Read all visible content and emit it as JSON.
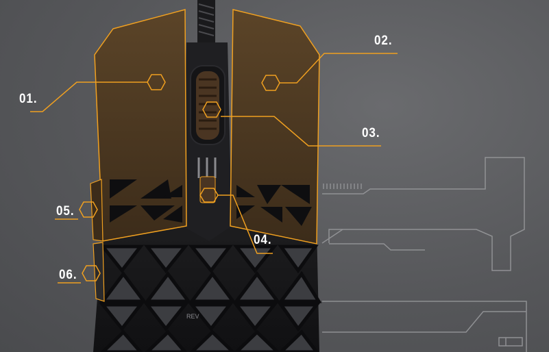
{
  "accent_color": "#f0a020",
  "callouts": [
    {
      "id": "01",
      "label": "01."
    },
    {
      "id": "02",
      "label": "02."
    },
    {
      "id": "03",
      "label": "03."
    },
    {
      "id": "04",
      "label": "04."
    },
    {
      "id": "05",
      "label": "05."
    },
    {
      "id": "06",
      "label": "06."
    }
  ],
  "rgb_logo_text": "REV"
}
